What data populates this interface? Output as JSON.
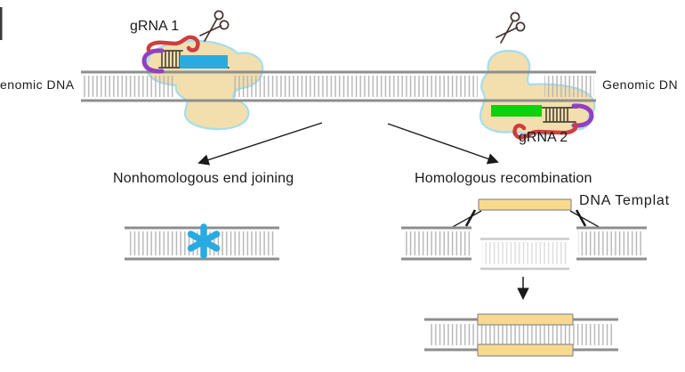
{
  "labels": {
    "genomic_dna_left": "enomic DNA",
    "genomic_dna_right": "Genomic DN",
    "grna1": "gRNA 1",
    "grna2": "gRNA 2",
    "nhej_pathway": "Nonhomologous end joining",
    "hr_pathway": "Homologous recombination",
    "dna_template": "DNA Templat"
  },
  "icons": {
    "cut_site_left": "scissors-icon",
    "cut_site_right": "scissors-icon",
    "mutation": "asterisk-mutation-icon",
    "branch_to_nhej": "arrow-down-left-icon",
    "branch_to_hr": "arrow-down-right-icon",
    "template_integration": "arrow-down-icon"
  },
  "colors": {
    "dna-strand": "#8e8e8e",
    "dna-rung": "#b3b3b3",
    "dna-strand-faint": "#c9c9c9",
    "dna-rung-faint": "#dcdcdc",
    "cas9-fill": "#f2dfad",
    "cas9-outline": "#a5ddee",
    "grna-red": "#d23c3c",
    "grna-purple": "#9041c2",
    "target-blue": "#29abe2",
    "target-green": "#0cd20c",
    "template-fill": "#f9d98e",
    "template-stroke": "#8f8f8f",
    "grna-dark": "#4c4336",
    "scissors": "#443430",
    "ink": "#1a1a1a",
    "asterisk-blue": "#29abe2"
  }
}
